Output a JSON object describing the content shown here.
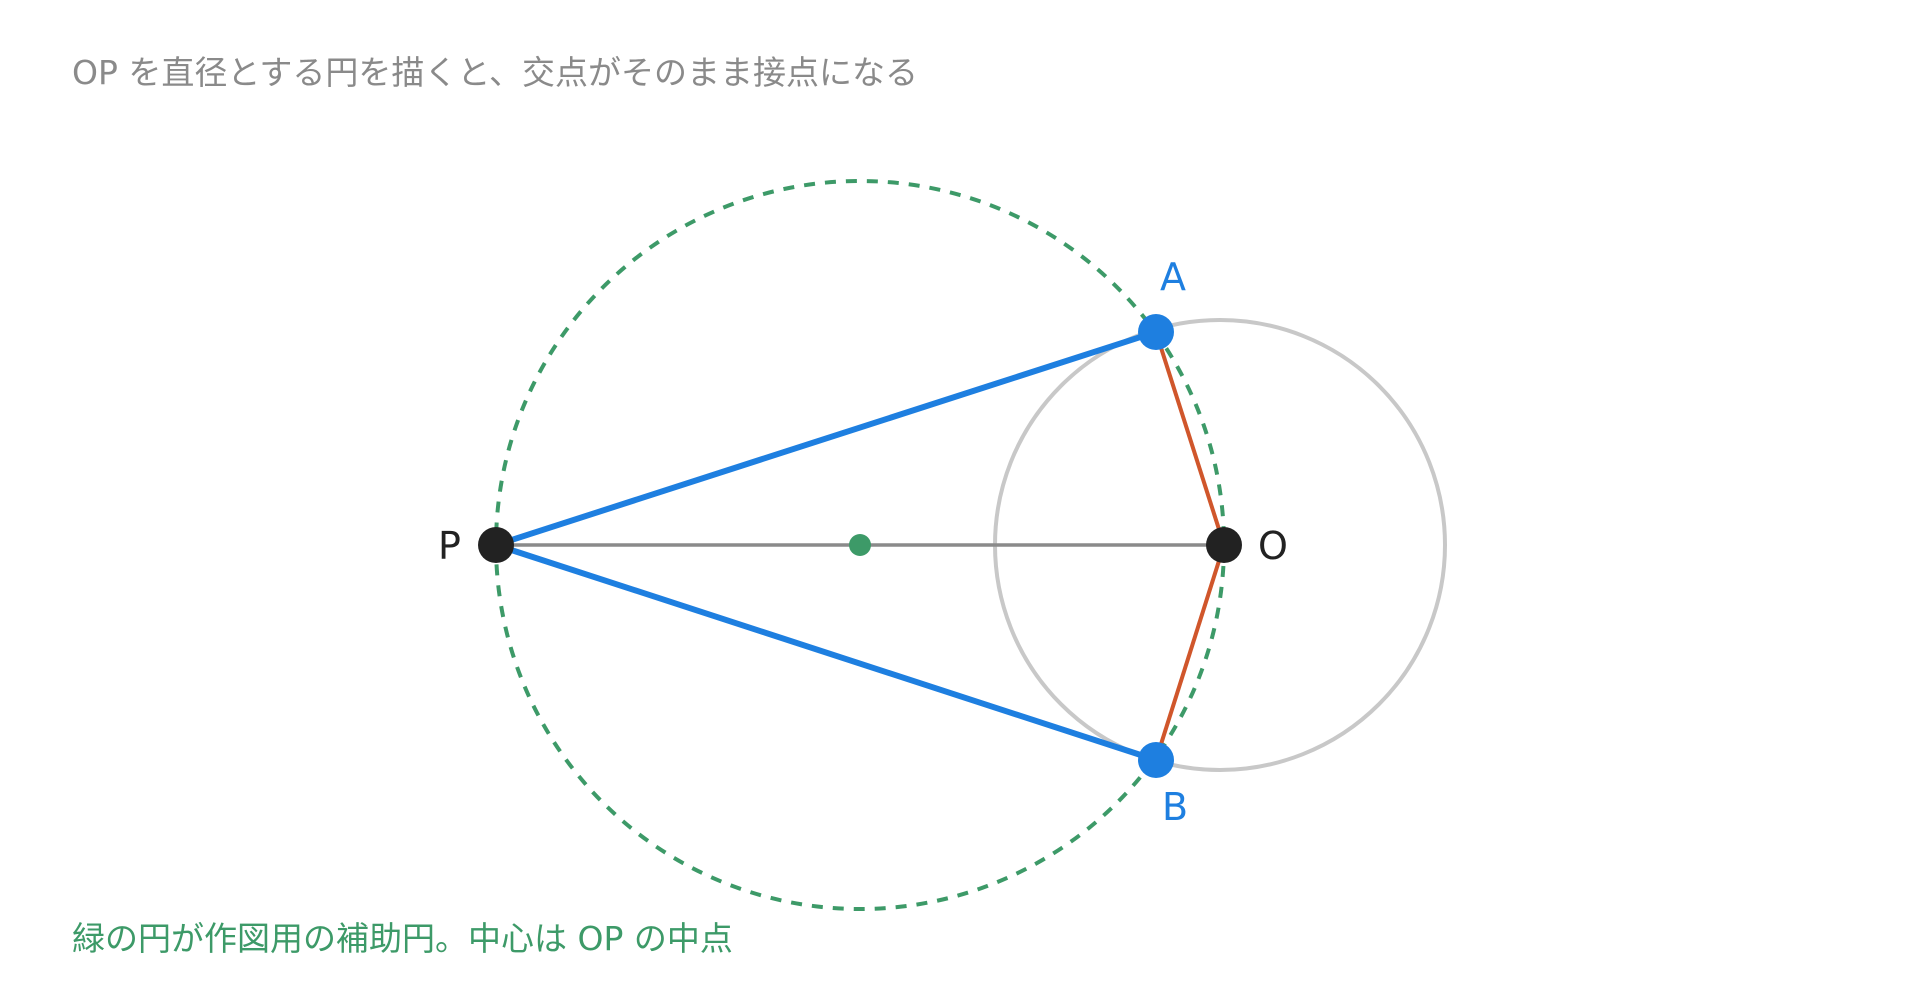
{
  "header": {
    "caption": "OP を直径とする円を描くと、交点がそのまま接点になる"
  },
  "footer": {
    "caption": "緑の円が作図用の補助円。中心は OP の中点"
  },
  "points": {
    "P": {
      "label": "P"
    },
    "O": {
      "label": "O"
    },
    "A": {
      "label": "A"
    },
    "B": {
      "label": "B"
    }
  },
  "colors": {
    "caption_gray": "#8a8a8a",
    "auxiliary_green": "#3d9a68",
    "tangent_blue": "#1e7fe0",
    "radius_red": "#d0562b",
    "circle_gray": "#c8c8c8",
    "segment_gray": "#8a8a8a",
    "point_black": "#222222"
  }
}
